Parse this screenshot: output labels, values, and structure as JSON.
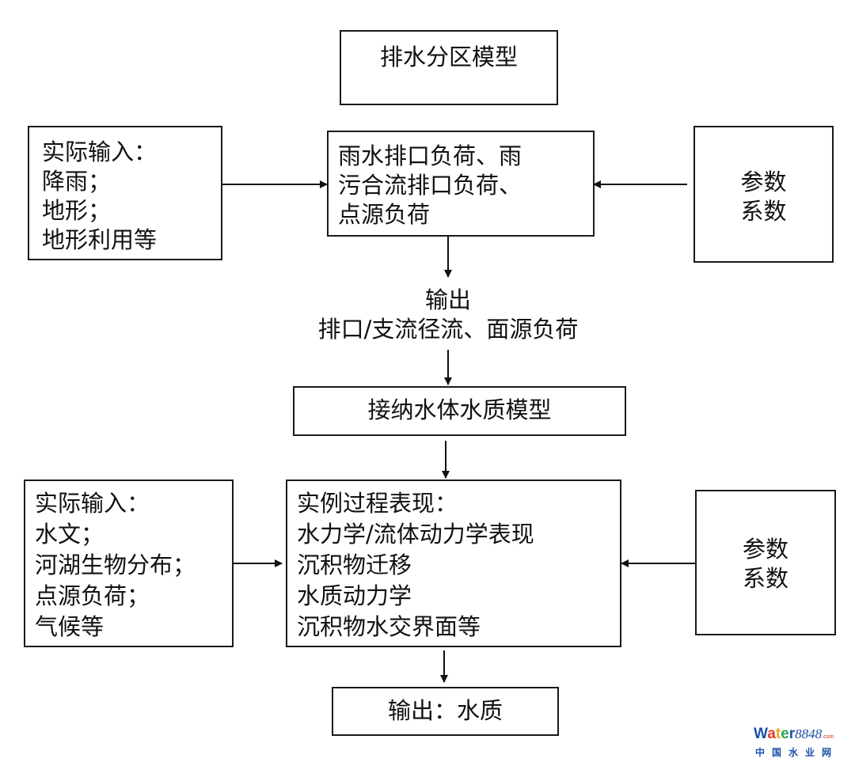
{
  "diagram": {
    "stage1": {
      "title": "排水分区模型",
      "left_input": [
        "实际输入：",
        "降雨；",
        "地形；",
        "地形利用等"
      ],
      "center": [
        "雨水排口负荷、雨",
        "污合流排口负荷、",
        "点源负荷"
      ],
      "right_params": [
        "参数",
        "系数"
      ],
      "output": [
        "输出",
        "排口/支流径流、面源负荷"
      ]
    },
    "stage2": {
      "title": "接纳水体水质模型",
      "left_input": [
        "实际输入：",
        "水文；",
        "河湖生物分布；",
        "点源负荷；",
        "气候等"
      ],
      "center": [
        "实例过程表现：",
        "水力学/流体动力学表现",
        "沉积物迁移",
        "水质动力学",
        "沉积物水交界面等"
      ],
      "right_params": [
        "参数",
        "系数"
      ],
      "output": "输出：水质"
    },
    "edges": [
      {
        "from": "stage1.left_input",
        "to": "stage1.center"
      },
      {
        "from": "stage1.right_params",
        "to": "stage1.center"
      },
      {
        "from": "stage1.center",
        "to": "stage1.output"
      },
      {
        "from": "stage1.output",
        "to": "stage2.title"
      },
      {
        "from": "stage2.title",
        "to": "stage2.center"
      },
      {
        "from": "stage2.left_input",
        "to": "stage2.center"
      },
      {
        "from": "stage2.right_params",
        "to": "stage2.center"
      },
      {
        "from": "stage2.center",
        "to": "stage2.output"
      }
    ]
  },
  "watermark": {
    "letters": [
      {
        "ch": "W",
        "color": "#1b4fa8"
      },
      {
        "ch": "a",
        "color": "#e23a2e"
      },
      {
        "ch": "t",
        "color": "#f2a81d"
      },
      {
        "ch": "e",
        "color": "#2fa84f"
      },
      {
        "ch": "r",
        "color": "#1b4fa8"
      }
    ],
    "number": "8848",
    "domain": ".com",
    "subtitle": "中国水业网"
  }
}
